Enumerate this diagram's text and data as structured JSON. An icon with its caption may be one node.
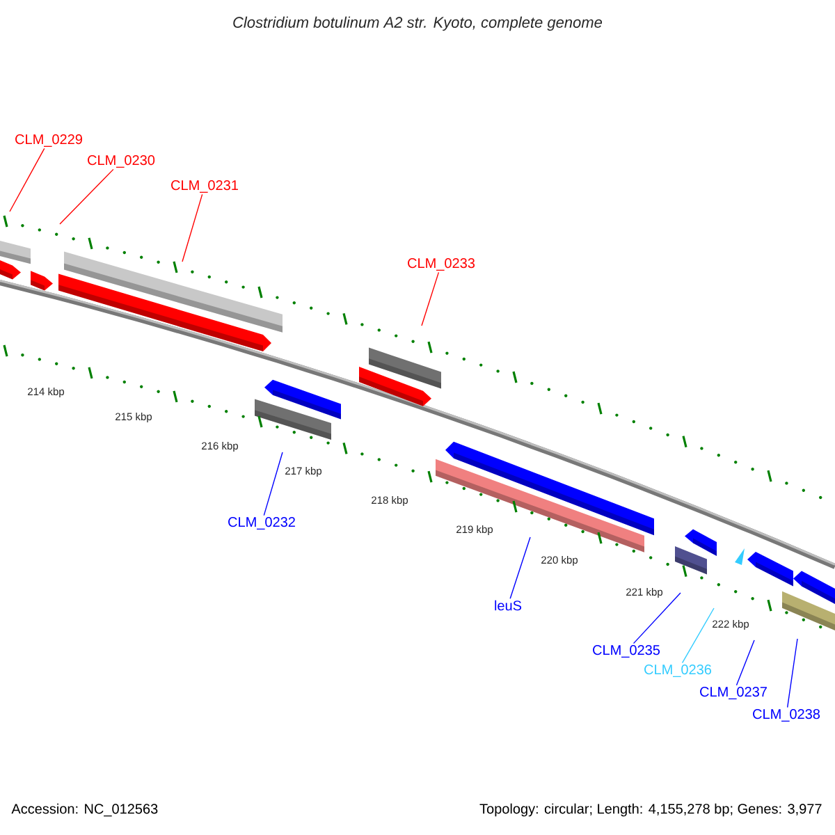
{
  "diagram": {
    "title": "Clostridium botulinum A2 str. Kyoto, complete genome",
    "nodes": [
      {
        "text": [
          "CLM_0229"
        ]
      },
      {
        "text": [
          "CLM_0230"
        ]
      },
      {
        "text": [
          "CLM_0231"
        ]
      },
      {
        "text": [
          "CLM_0233"
        ]
      },
      {
        "text": [
          "CLM_0232"
        ]
      },
      {
        "text": [
          "leuS"
        ]
      },
      {
        "text": [
          "CLM_0235"
        ]
      },
      {
        "text": [
          "CLM_0236"
        ]
      },
      {
        "text": [
          "CLM_0237"
        ]
      },
      {
        "text": [
          "CLM_0238"
        ]
      }
    ],
    "edges": [
      {
        "from": 0,
        "to": null,
        "arrow": "none",
        "color": "#ff0000"
      },
      {
        "from": 1,
        "to": null,
        "arrow": "none",
        "color": "#ff0000"
      },
      {
        "from": 2,
        "to": null,
        "arrow": "none",
        "color": "#ff0000"
      },
      {
        "from": 3,
        "to": null,
        "arrow": "none",
        "color": "#ff0000"
      },
      {
        "from": 4,
        "to": null,
        "arrow": "none"
      },
      {
        "from": 5,
        "to": null,
        "arrow": "none"
      },
      {
        "from": 6,
        "to": null,
        "arrow": "none"
      },
      {
        "from": 7,
        "to": null,
        "arrow": "none",
        "color": "#33ccff"
      },
      {
        "from": 8,
        "to": null,
        "arrow": "none"
      },
      {
        "from": 9,
        "to": null,
        "arrow": "none"
      }
    ],
    "labels": [
      "214 kbp",
      "215 kbp",
      "216 kbp",
      "217 kbp",
      "218 kbp",
      "219 kbp",
      "220 kbp",
      "221 kbp",
      "222 kbp",
      "Accession: NC_012563",
      "Topology: circular; Length: 4,155,278 bp; Genes: 3,977"
    ]
  }
}
